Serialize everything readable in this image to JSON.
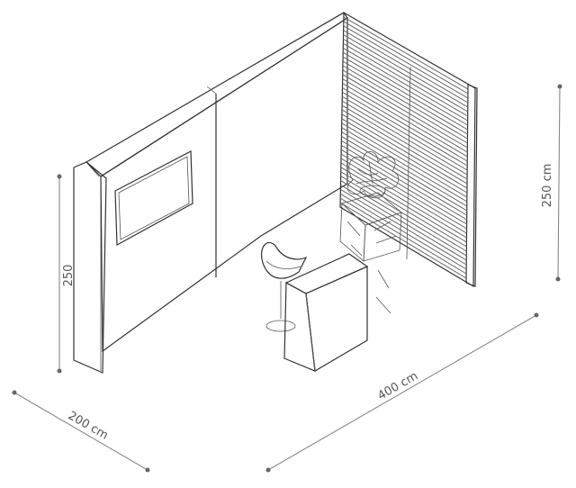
{
  "dimensions": {
    "left_height": "250",
    "right_height": "250 cm",
    "depth": "200 cm",
    "width": "400 cm"
  },
  "colors": {
    "stroke": "#333333",
    "dimension": "#888888",
    "slat": "#666666"
  },
  "icons": {
    "plant": "plant-icon",
    "monitor": "monitor-icon",
    "chair": "chair-icon",
    "counter": "counter-icon"
  }
}
